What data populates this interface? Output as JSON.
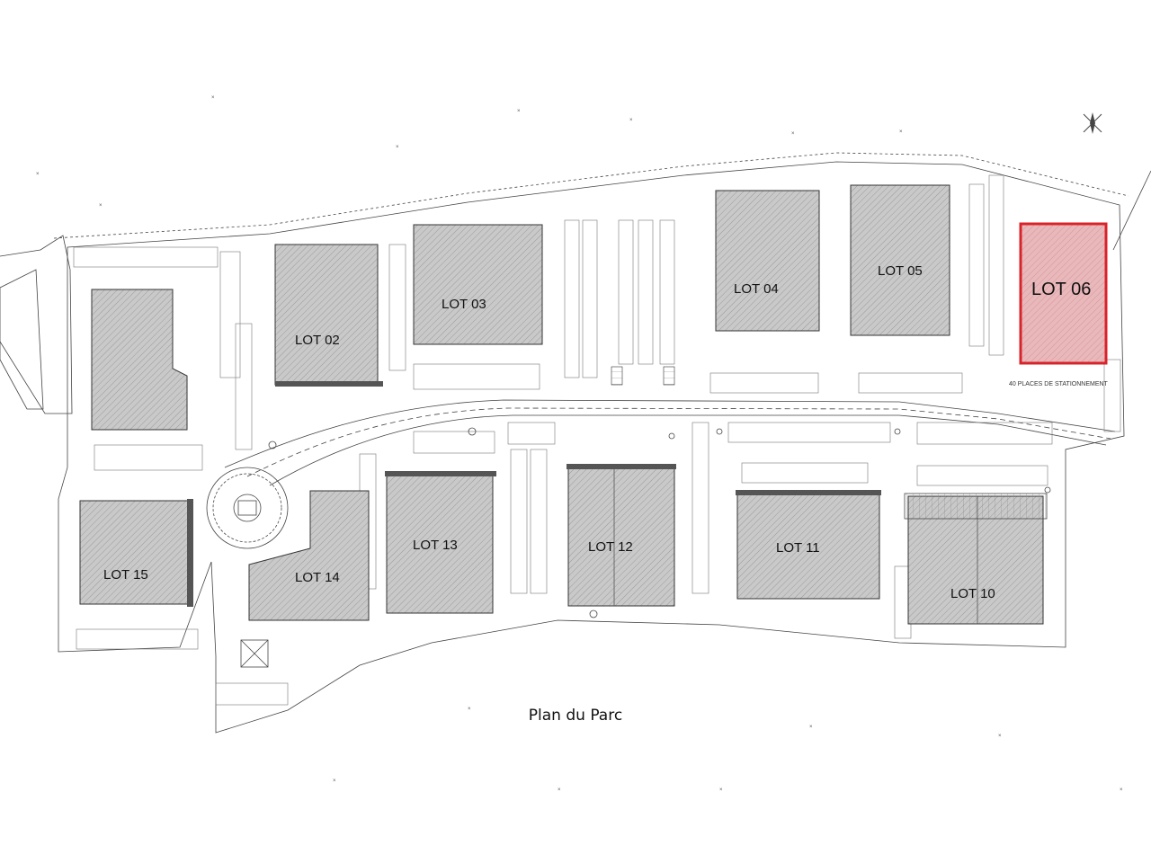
{
  "caption": "Plan du Parc",
  "parking_note": "40 PLACES DE STATIONNEMENT",
  "colors": {
    "highlight_stroke": "#d9232a",
    "highlight_fill": "#e8b3b6",
    "building_fill": "#c8c8c8",
    "line": "#555555"
  },
  "highlighted_lot": "LOT 06",
  "lots": [
    {
      "id": "lot02",
      "label": "LOT 02"
    },
    {
      "id": "lot03",
      "label": "LOT 03"
    },
    {
      "id": "lot04",
      "label": "LOT 04"
    },
    {
      "id": "lot05",
      "label": "LOT 05"
    },
    {
      "id": "lot06",
      "label": "LOT 06"
    },
    {
      "id": "lot10",
      "label": "LOT 10"
    },
    {
      "id": "lot11",
      "label": "LOT 11"
    },
    {
      "id": "lot12",
      "label": "LOT 12"
    },
    {
      "id": "lot13",
      "label": "LOT 13"
    },
    {
      "id": "lot14",
      "label": "LOT 14"
    },
    {
      "id": "lot15",
      "label": "LOT 15"
    }
  ]
}
